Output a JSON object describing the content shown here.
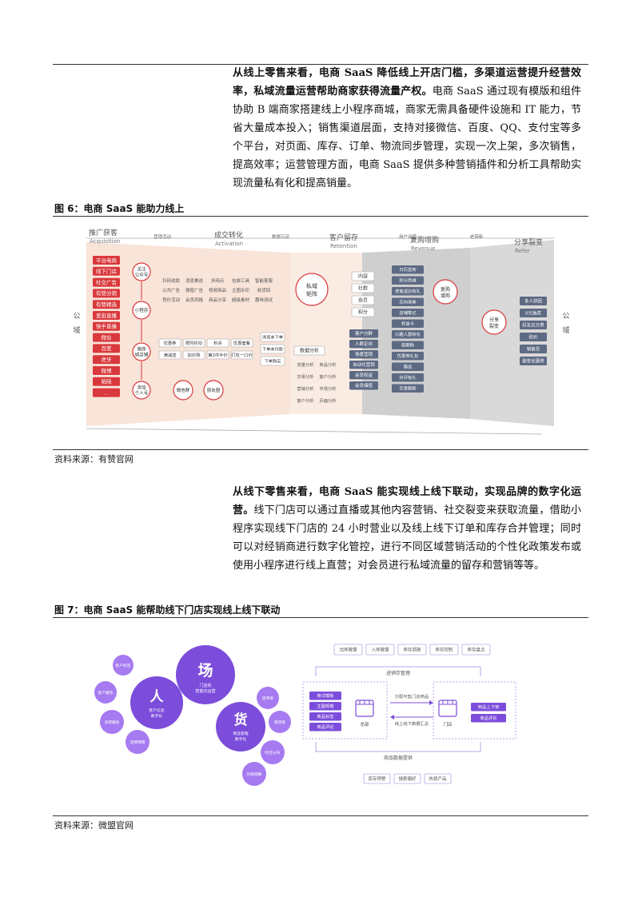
{
  "section1": {
    "bold": "从线上零售来看，电商 SaaS 降低线上开店门槛，多渠道运营提升经营效率，私域流量运营帮助商家获得流量产权。",
    "text": "电商 SaaS 通过现有模版和组件协助 B 端商家搭建线上小程序商城，商家无需具备硬件设施和 IT 能力，节省大量成本投入；销售渠道层面，支持对接微信、百度、QQ、支付宝等多个平台，对页面、库存、订单、物流同步管理，实现一次上架，多次销售，提高效率；运营管理方面，电商 SaaS 提供多种营销插件和分析工具帮助实现流量私有化和提高销量。"
  },
  "figure6": {
    "title": "图 6：电商 SaaS 能助力线上",
    "source": "资料来源：有赞官网",
    "stages": [
      {
        "cn": "推广获客",
        "en": "Acquisition"
      },
      {
        "cn": "成交转化",
        "en": "Activation"
      },
      {
        "cn": "客户留存",
        "en": "Retention"
      },
      {
        "cn": "复购增购",
        "en": "Revenue"
      },
      {
        "cn": "分享裂变",
        "en": "Refer"
      }
    ],
    "flow_labels": [
      "营销活动",
      "数据沉淀",
      "用户运营",
      "老带新"
    ],
    "public_domain": "公域",
    "channels": [
      "平台电商",
      "线下门店",
      "社交广告",
      "有赞分销",
      "有赞精选",
      "爱逛直播",
      "快手直播",
      "微信",
      "百度",
      "虎牙",
      "微博",
      "陌陌",
      "..."
    ],
    "funnel": [
      "关注公众号",
      "小程序",
      "微商城店铺",
      "添加个人号"
    ],
    "grid1": [
      "扫码收款",
      "消息推送",
      "多网点",
      "包邮工具",
      "智能客服",
      "公共广告",
      "弹窗广告",
      "视频商品",
      "主图水印",
      "收货回",
      "竞价活动",
      "会员风格",
      "商品分享",
      "超级素材",
      "趣味测试"
    ],
    "grid2": [
      "优惠券",
      "限时折扣",
      "秒杀",
      "优惠套餐",
      "满减送",
      "加价购",
      "第2件半价",
      "打包一口价"
    ],
    "wechat_groups": [
      "微信群",
      "朋友圈"
    ],
    "orders": [
      "浏览未下单",
      "下单未付款",
      "下单购买"
    ],
    "private": "私域矩阵",
    "assets": [
      "内容",
      "社群",
      "会员",
      "积分"
    ],
    "data_analysis": "数据分析",
    "analysis": [
      "流量分析",
      "商品分析",
      "交易分析",
      "客户分析",
      "营销分析",
      "市场分析",
      "客户分析",
      "页面分析"
    ],
    "ops": [
      "客户分群",
      "人群定向",
      "场景营销",
      "自动化营销",
      "会员权益",
      "会员储值"
    ],
    "revenue": [
      "日历签到",
      "积分商城",
      "老客返店有礼",
      "定向发券",
      "店铺笔记",
      "权益卡",
      "兴趣人群转化",
      "周期购",
      "优惠券礼包",
      "赠品",
      "好评有礼",
      "定金膨胀"
    ],
    "repurchase": "复购增购",
    "share": "分享裂变",
    "refer": [
      "多人拼团",
      "0元抽奖",
      "好友瓜分券",
      "砍价",
      "销售员",
      "裂变优惠券"
    ]
  },
  "section2": {
    "bold": "从线下零售来看，电商 SaaS 能实现线上线下联动，实现品牌的数字化运营。",
    "text": "线下门店可以通过直播或其他内容营销、社交裂变来获取流量，借助小程序实现线下门店的 24 小时营业以及线上线下订单和库存合并管理；同时可以对经销商进行数字化管控，进行不同区域营销活动的个性化政策发布或使用小程序进行线上直营；对会员进行私域流量的留存和营销等等。"
  },
  "figure7": {
    "title": "图 7：电商 SaaS 能帮助线下门店实现线上线下联动",
    "source": "资料来源：微盟官网",
    "people": {
      "label": "人",
      "sub": "客户信息数字化"
    },
    "place": {
      "label": "场",
      "sub": "门店的智能化运营"
    },
    "goods": {
      "label": "货",
      "sub": "商品管理数字化"
    },
    "satellites": [
      "客户标签",
      "客户属性",
      "消费属性",
      "消费预算",
      "连带率",
      "周转率",
      "时空分布",
      "热销指数"
    ],
    "top_ops": [
      "出库管理",
      "入库管理",
      "库存调拨",
      "库存控制",
      "库存盘点"
    ],
    "inv": "进销存管理",
    "hq_items": [
      "商详模板",
      "主图规格",
      "商品标签",
      "商品评论"
    ],
    "hq": "总部",
    "store_items": [
      "商品上下架",
      "商品评论"
    ],
    "store": "门店",
    "arrow1": "分配可售门店商品",
    "arrow2": "线上线下数据汇总",
    "data_provide": "商品数据提供",
    "bottom": [
      "库存预警",
      "搜索偏好",
      "热销产品"
    ]
  }
}
